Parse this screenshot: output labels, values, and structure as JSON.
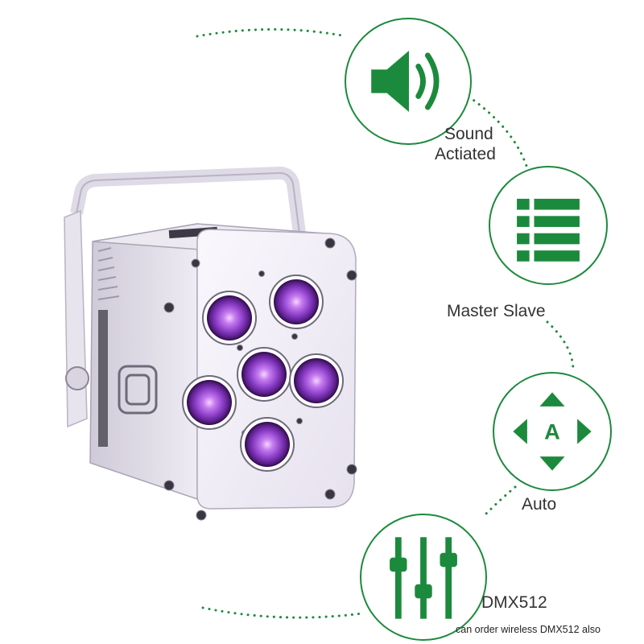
{
  "colors": {
    "accent": "#1c8a3c",
    "text": "#333333",
    "fixture_body": "#f1eef6",
    "led_glow": "#8c3fc8"
  },
  "features": [
    {
      "icon": "speaker-icon",
      "label_line1": "Sound",
      "label_line2": "Actiated"
    },
    {
      "icon": "list-icon",
      "label": "Master Slave"
    },
    {
      "icon": "auto-arrows-icon",
      "label": "Auto",
      "icon_letter": "A"
    },
    {
      "icon": "sliders-icon",
      "label": "DMX512",
      "note": "can order wireless DMX512 also"
    }
  ]
}
